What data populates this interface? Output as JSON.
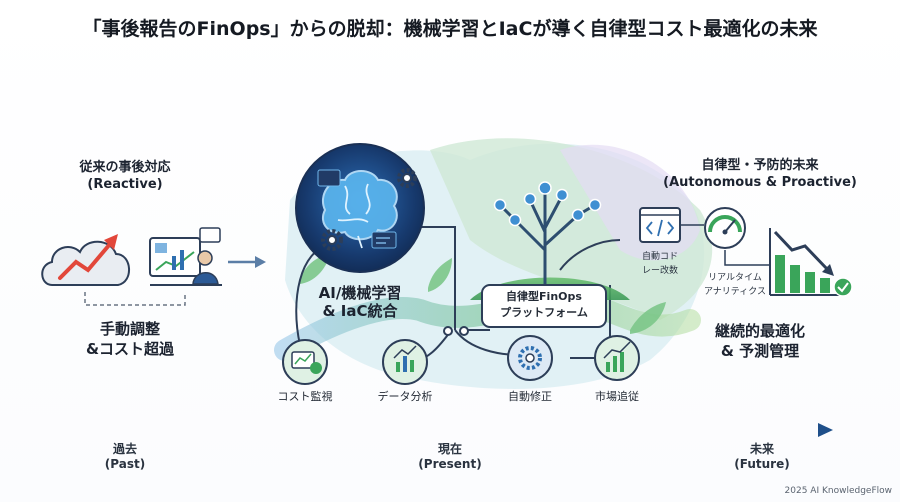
{
  "title": "「事後報告のFinOps」からの脱却：機械学習とIaCが導く自律型コスト最適化の未来",
  "left": {
    "heading": "従来の事後対応",
    "heading_en": "(Reactive)",
    "result_line1": "手動調整",
    "result_line2": "&コスト超過"
  },
  "center": {
    "ai_line1": "AI/機械学習",
    "ai_line2": "& IaC統合",
    "platform_line1": "自律型FinOps",
    "platform_line2": "プラットフォーム",
    "step_cost_monitoring": "コスト監視",
    "step_data_analysis": "データ分析",
    "step_auto_fix": "自動修正",
    "step_market_tracking": "市場追従"
  },
  "right": {
    "heading": "自律型・予防的未来",
    "heading_en": "(Autonomous & Proactive)",
    "auto_code_line1": "自動コド",
    "auto_code_line2": "レー改数",
    "realtime_line1": "リアルタイム",
    "realtime_line2": "アナリティクス",
    "result_line1": "継続的最適化",
    "result_line2": "& 予測管理"
  },
  "timeline": {
    "past": "過去",
    "past_en": "(Past)",
    "present": "現在",
    "present_en": "(Present)",
    "future": "未来",
    "future_en": "(Future)"
  },
  "copyright": "2025 AI KnowledgeFlow",
  "colors": {
    "accent_blue": "#2f6fb0",
    "accent_green": "#3aa55a",
    "alert_red": "#e2473a",
    "dark_navy": "#1c2b45"
  }
}
